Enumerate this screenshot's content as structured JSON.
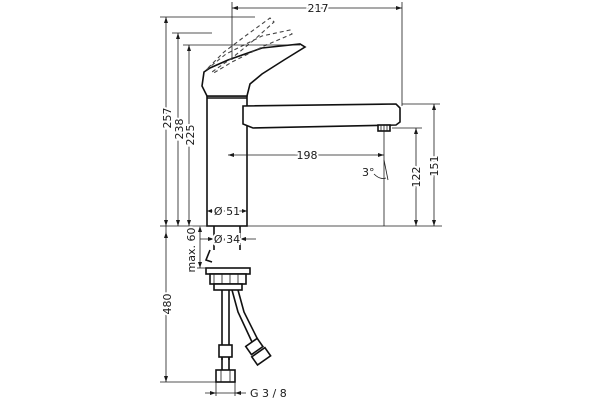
{
  "dimensions": {
    "width_217": "217",
    "height_257": "257",
    "height_238": "238",
    "height_225": "225",
    "reach_198": "198",
    "angle": "3°",
    "height_122": "122",
    "height_151": "151",
    "dia_51": "Ø 51",
    "dia_34": "Ø 34",
    "max_60": "max. 60",
    "length_480": "480",
    "thread": "G 3 / 8"
  }
}
